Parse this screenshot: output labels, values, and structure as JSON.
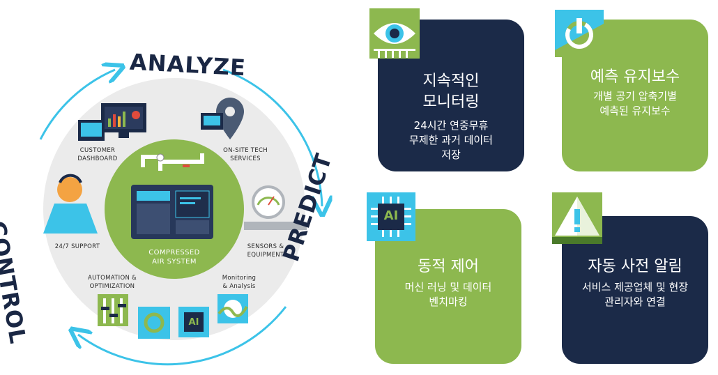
{
  "cycle": {
    "analyze": "ANALYZE",
    "predict": "PREDICT",
    "control": "CONTROL",
    "core_line1": "COMPRESSED",
    "core_line2": "AIR SYSTEM",
    "customer_dashboard_1": "CUSTOMER",
    "customer_dashboard_2": "DASHBOARD",
    "onsite_1": "ON-SITE TECH",
    "onsite_2": "SERVICES",
    "support": "24/7 SUPPORT",
    "sensors_1": "SENSORS &",
    "sensors_2": "EQUIPMENT",
    "automation_1": "AUTOMATION &",
    "automation_2": "OPTIMIZATION",
    "monitoring_1": "Monitoring",
    "monitoring_2": "& Analysis",
    "ai_chip": "AI"
  },
  "cards": {
    "monitoring": {
      "title_1": "지속적인",
      "title_2": "모니터링",
      "desc_1": "24시간 연중무휴",
      "desc_2": "무제한 과거 데이터",
      "desc_3": "저장",
      "icon": "eye-icon"
    },
    "maintenance": {
      "title_1": "예측 유지보수",
      "desc_1": "개별 공기 압축기별",
      "desc_2": "예측된 유지보수",
      "icon": "power-icon"
    },
    "control": {
      "title_1": "동적 제어",
      "desc_1": "머신 러닝 및 데이터",
      "desc_2": "벤치마킹",
      "icon": "ai-chip-icon",
      "icon_text": "AI"
    },
    "alerts": {
      "title_1": "자동 사전 알림",
      "desc_1": "서비스 제공업체 및 현장",
      "desc_2": "관리자와 연결",
      "icon": "warning-icon"
    }
  },
  "colors": {
    "navy": "#1b2a48",
    "green": "#8db84f",
    "cyan": "#3cc3e8",
    "light_grey": "#ebebeb"
  }
}
